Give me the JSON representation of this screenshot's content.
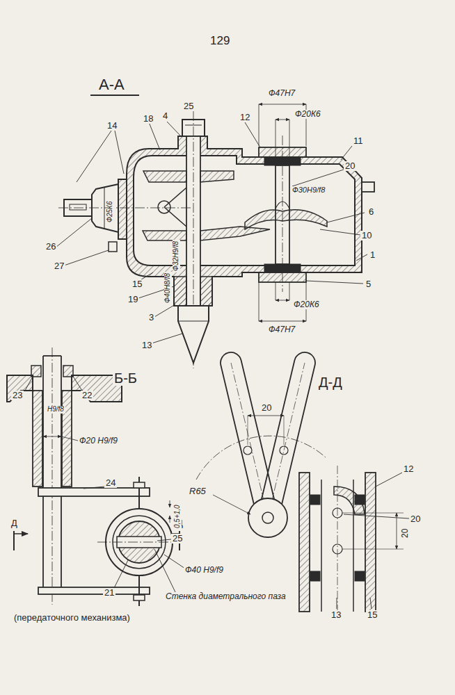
{
  "diagram": {
    "labels": [
      "129",
      "А-А",
      "25",
      "4",
      "18",
      "14",
      "12",
      "Ф47Н7",
      "Ф20К6",
      "11",
      "20",
      "6",
      "Ф30Н9/f8",
      "10",
      "1",
      "5",
      "Ф20К6",
      "Ф47Н7",
      "26",
      "27",
      "15",
      "19",
      "3",
      "13",
      "Ф25К6",
      "Ф32Н9/f8",
      "Ф40Н8/f8",
      "23",
      "22",
      "Б-Б",
      "Н9/f8",
      "Ф20 Н9/f9",
      "24",
      "Д",
      "Д",
      "0,5+1,0",
      "R65",
      "25",
      "Ф40 Н9/f9",
      "21",
      "Стенка диаметрального паза",
      "(передаточного механизма)",
      "Д-Д",
      "20",
      "12",
      "20",
      "20",
      "13",
      "15"
    ]
  }
}
